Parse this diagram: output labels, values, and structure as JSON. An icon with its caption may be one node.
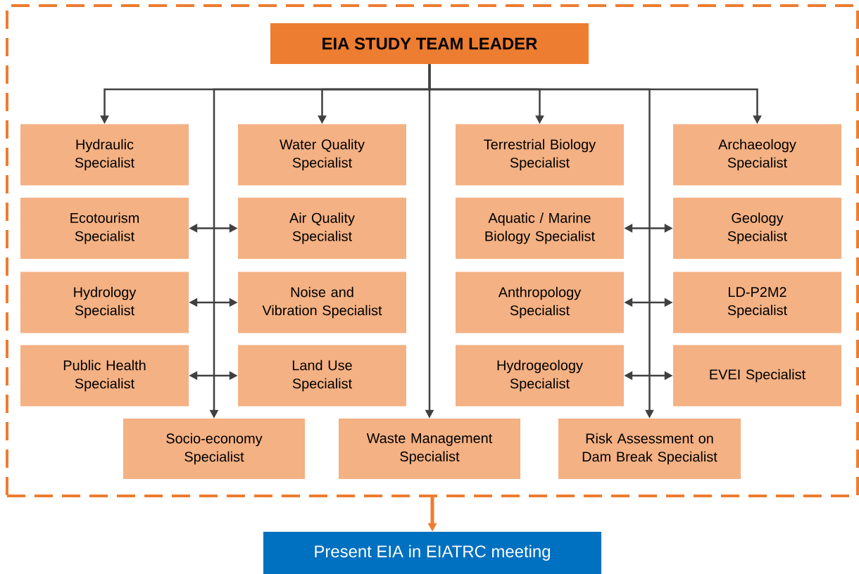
{
  "diagram": {
    "nodes": [
      {
        "text": [],
        "shape": "box"
      },
      {
        "text": [
          "EIA STUDY TEAM LEADER"
        ],
        "in": 0
      },
      {
        "text": [
          "Hydraulic Specialist"
        ],
        "in": 0
      },
      {
        "text": [
          "Water Quality Specialist"
        ],
        "in": 0
      },
      {
        "text": [
          "Terrestrial Biology Specialist"
        ],
        "in": 0
      },
      {
        "text": [
          "Archaeology Specialist"
        ],
        "in": 0
      },
      {
        "text": [
          "Ecotourism Specialist"
        ],
        "in": 0
      },
      {
        "text": [
          "Air Quality Specialist"
        ],
        "in": 0
      },
      {
        "text": [
          "Aquatic / Marine Biology Specialist"
        ],
        "in": 0
      },
      {
        "text": [
          "Geology Specialist"
        ],
        "in": 0
      },
      {
        "text": [
          "Hydrology Specialist"
        ],
        "in": 0
      },
      {
        "text": [
          "Noise and Vibration Specialist"
        ],
        "in": 0
      },
      {
        "text": [
          "Anthropology Specialist"
        ],
        "in": 0
      },
      {
        "text": [
          "LD-P2M2 Specialist"
        ],
        "in": 0
      },
      {
        "text": [
          "Public Health Specialist"
        ],
        "in": 0
      },
      {
        "text": [
          "Land Use Specialist"
        ],
        "in": 0
      },
      {
        "text": [
          "Hydrogeology Specialist"
        ],
        "in": 0
      },
      {
        "text": [
          "EVEI Specialist"
        ],
        "in": 0
      },
      {
        "text": [
          "Socio-economy Specialist"
        ],
        "in": 0
      },
      {
        "text": [
          "Waste Management Specialist"
        ],
        "in": 0
      },
      {
        "text": [
          "Risk Assessment on Dam Break Specialist"
        ],
        "in": 0
      },
      {
        "text": [
          "Present EIA in EIATRC meeting"
        ]
      }
    ],
    "edges": [
      {
        "from": 1,
        "to": 2,
        "arrow": "to"
      },
      {
        "from": 1,
        "to": 3,
        "arrow": "to"
      },
      {
        "from": 1,
        "to": 4,
        "arrow": "to"
      },
      {
        "from": 1,
        "to": 5,
        "arrow": "to"
      },
      {
        "from": 1,
        "to": 18,
        "arrow": "to"
      },
      {
        "from": 1,
        "to": 19,
        "arrow": "to"
      },
      {
        "from": 1,
        "to": 20,
        "arrow": "to"
      },
      {
        "from": 6,
        "to": 7,
        "arrow": "both"
      },
      {
        "from": 10,
        "to": 11,
        "arrow": "both"
      },
      {
        "from": 14,
        "to": 15,
        "arrow": "both"
      },
      {
        "from": 8,
        "to": 9,
        "arrow": "both"
      },
      {
        "from": 12,
        "to": 13,
        "arrow": "both"
      },
      {
        "from": 16,
        "to": 17,
        "arrow": "both"
      },
      {
        "from": 0,
        "to": 21,
        "arrow": "to",
        "style": "thick",
        "color": "#ed7d31"
      }
    ]
  }
}
